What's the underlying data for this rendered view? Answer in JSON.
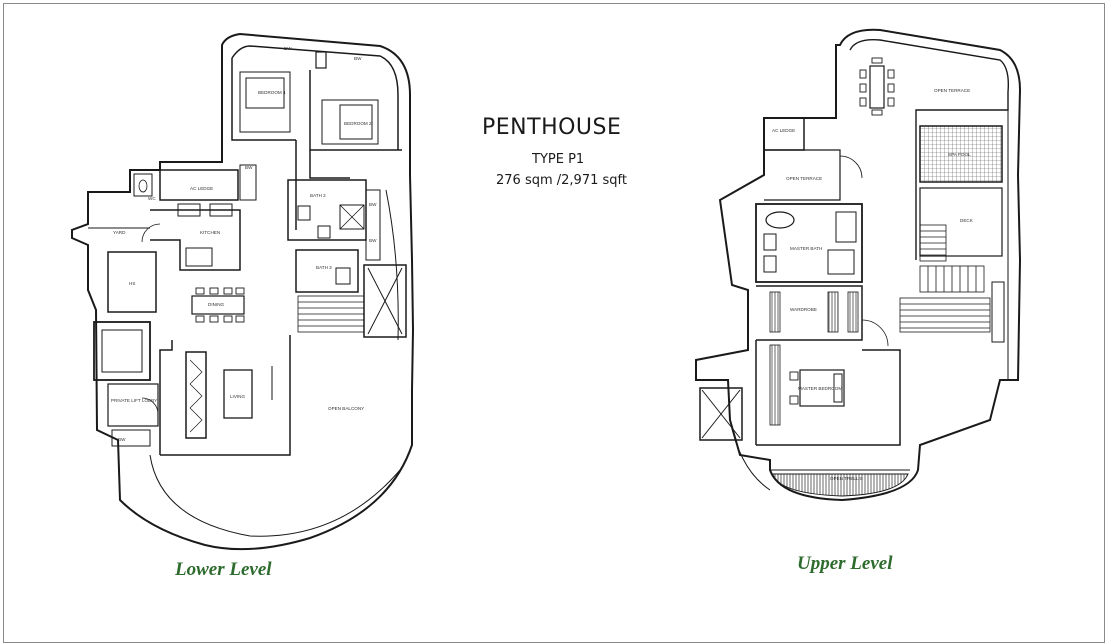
{
  "heading": {
    "title": "PENTHOUSE",
    "type": "TYPE P1",
    "area": "276 sqm /2,971 sqft"
  },
  "lower_level": {
    "caption": "Lower Level",
    "rooms": {
      "bedroom4": "BEDROOM 4",
      "bedroom2": "BEDROOM 2",
      "bath2": "BATH 2",
      "bath3": "BATH 3",
      "ac_ledge": "AC LEDGE",
      "yard": "YARD",
      "wc": "WC",
      "kitchen": "KITCHEN",
      "hs": "HS",
      "dining": "DINING",
      "living": "LIVING",
      "private_lift_lobby": "PRIVATE LIFT LOBBY",
      "open_balcony": "OPEN BALCONY",
      "bw_top_left": "BW",
      "bw_top_right": "BW",
      "bw_mid": "BW",
      "bw_right1": "BW",
      "bw_right2": "BW",
      "bw_bottom": "BW"
    }
  },
  "upper_level": {
    "caption": "Upper Level",
    "rooms": {
      "open_terrace_top": "OPEN TERRACE",
      "ac_ledge": "AC LEDGE",
      "open_terrace_left": "OPEN TERRACE",
      "spa_pool": "SPA POOL",
      "deck": "DECK",
      "master_bath": "MASTER BATH",
      "wardrobe": "WARDROBE",
      "master_bedroom": "MASTER BEDROOM",
      "open_trellis": "OPEN TRELLIS"
    }
  },
  "colors": {
    "caption_green": "#2e6b2e",
    "line": "#1a1a1a",
    "hatch": "#555555"
  }
}
